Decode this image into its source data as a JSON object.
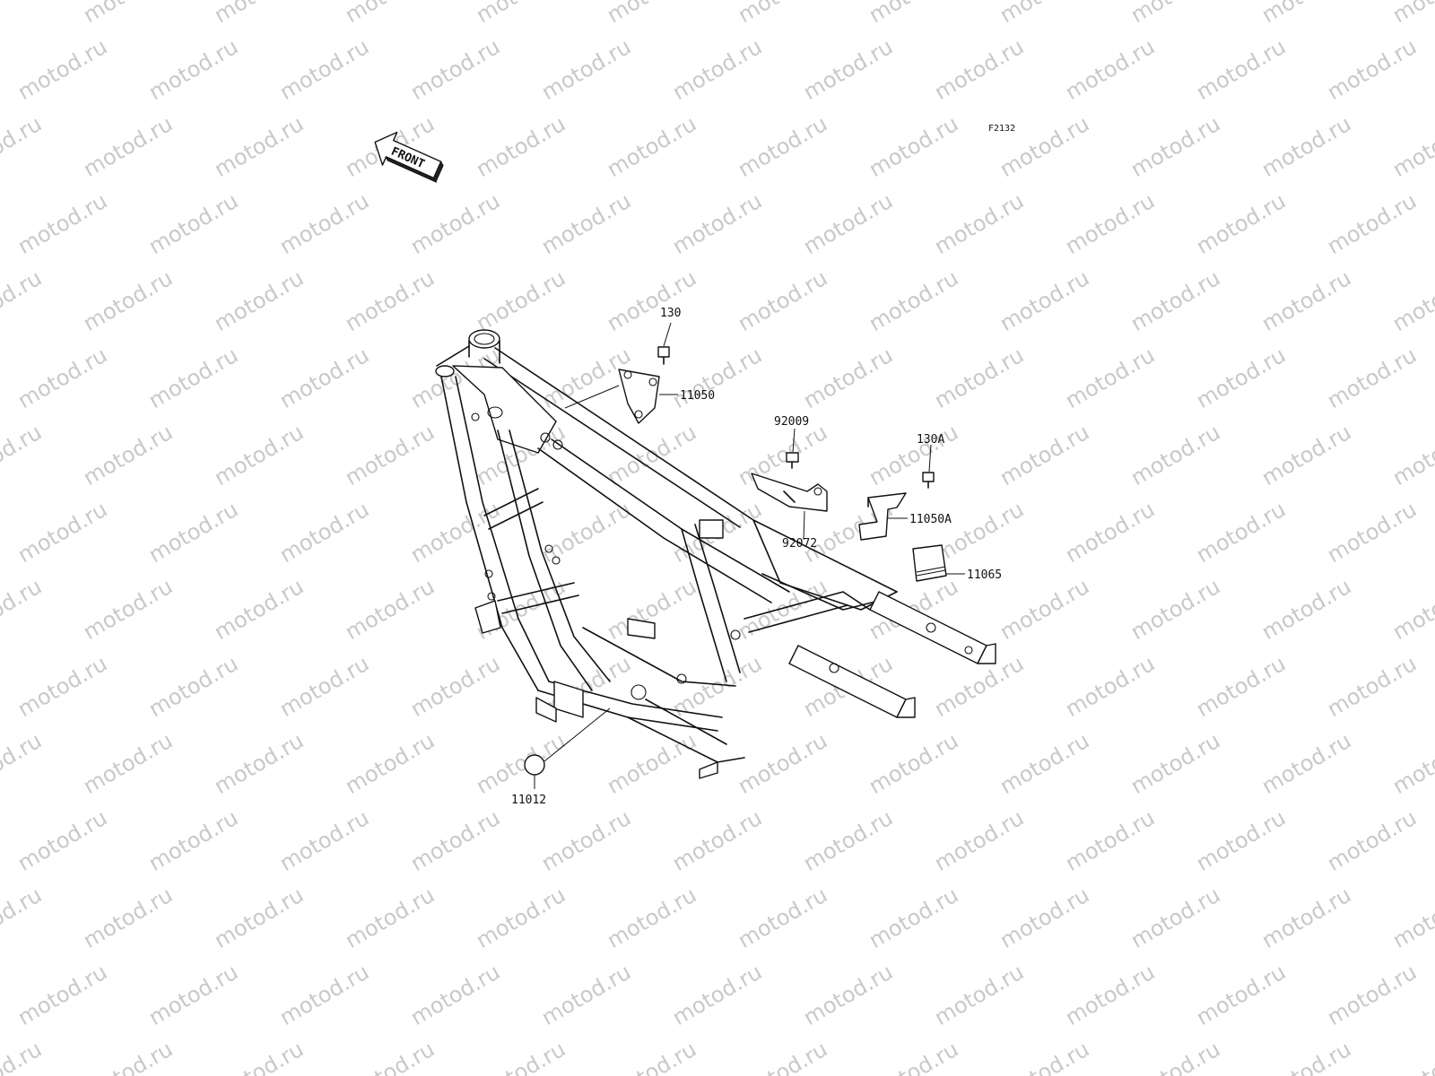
{
  "diagram": {
    "figure_code": "F2132",
    "front_arrow_label": "FRONT",
    "watermark_text": "motod.ru",
    "callouts": [
      {
        "id": "c-130",
        "label": "130"
      },
      {
        "id": "c-11050",
        "label": "11050"
      },
      {
        "id": "c-92009",
        "label": "92009"
      },
      {
        "id": "c-92072",
        "label": "92072"
      },
      {
        "id": "c-130A",
        "label": "130A"
      },
      {
        "id": "c-11050A",
        "label": "11050A"
      },
      {
        "id": "c-11065",
        "label": "11065"
      },
      {
        "id": "c-11012",
        "label": "11012"
      }
    ]
  }
}
